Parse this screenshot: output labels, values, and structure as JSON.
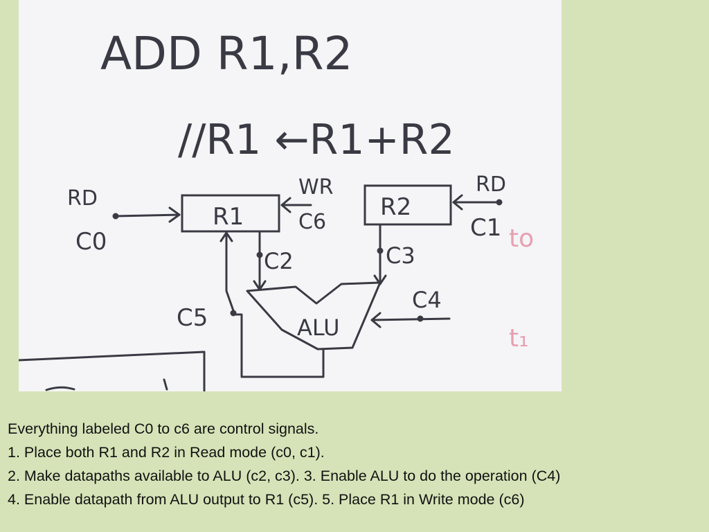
{
  "diagram": {
    "title": "ADD R1,R2",
    "subtitle": "//R1 ←R1+R2",
    "registers": {
      "r1": {
        "label": "R1",
        "left_signal": "RD",
        "left_control": "C0",
        "right_signal": "WR",
        "right_control": "C6"
      },
      "r2": {
        "label": "R2",
        "signal": "RD",
        "control": "C1"
      }
    },
    "alu": {
      "label": "ALU",
      "control": "C4"
    },
    "datapaths": {
      "r1_to_alu": "C2",
      "r2_to_alu": "C3",
      "alu_to_r1": "C5"
    },
    "time_labels": [
      "to",
      "t₁"
    ],
    "colors": {
      "ink": "#3a3a44",
      "time_ink": "#e6a0b0",
      "board": "#f5f5f7",
      "slide_bg": "#d6e3b8"
    }
  },
  "caption": {
    "lines": [
      "Everything labeled C0 to c6 are control signals.",
      "1. Place both R1 and R2 in Read mode (c0, c1).",
      "2. Make datapaths available to ALU (c2, c3). 3. Enable ALU to do the operation (C4)",
      "4. Enable datapath from ALU output to R1 (c5). 5. Place R1 in Write mode (c6)"
    ]
  }
}
